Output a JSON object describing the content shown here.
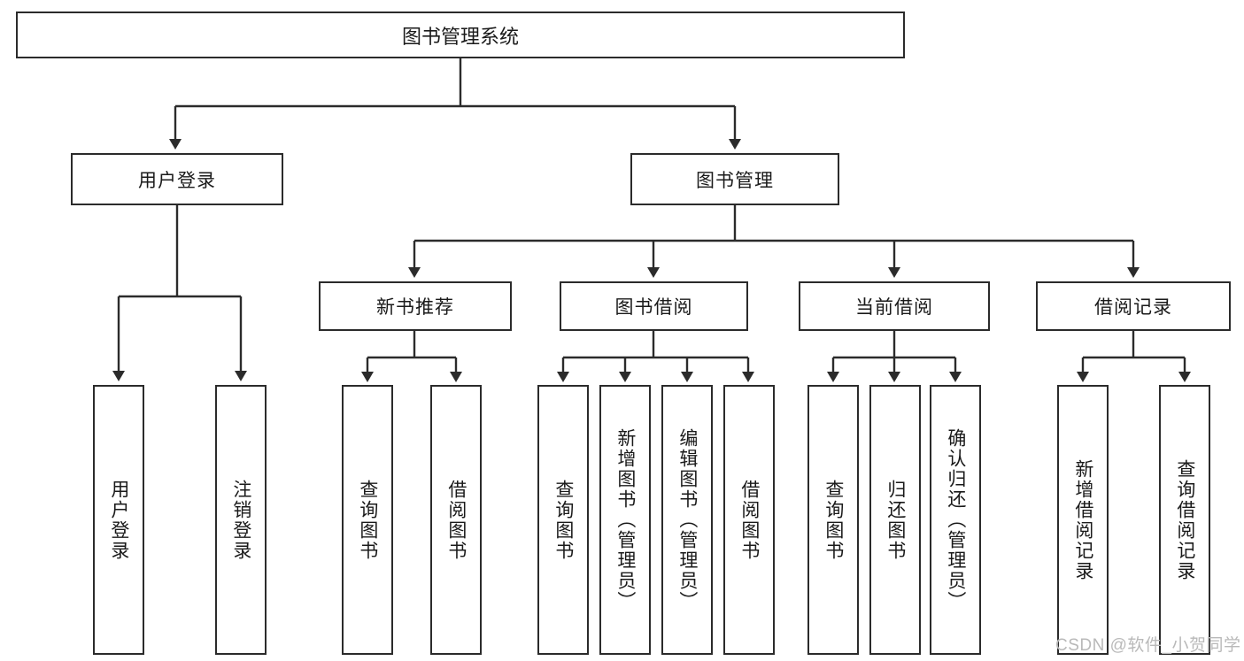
{
  "diagram": {
    "title": "图书管理系统",
    "root": {
      "label": "图书管理系统"
    },
    "level2": [
      {
        "label": "用户登录"
      },
      {
        "label": "图书管理"
      }
    ],
    "level3": [
      {
        "label": "新书推荐"
      },
      {
        "label": "图书借阅"
      },
      {
        "label": "当前借阅"
      },
      {
        "label": "借阅记录"
      }
    ],
    "leaves": [
      {
        "label": "用户登录"
      },
      {
        "label": "注销登录"
      },
      {
        "label": "查询图书"
      },
      {
        "label": "借阅图书"
      },
      {
        "label": "查询图书"
      },
      {
        "label": "新增图书（管理员）"
      },
      {
        "label": "编辑图书（管理员）"
      },
      {
        "label": "借阅图书"
      },
      {
        "label": "查询图书"
      },
      {
        "label": "归还图书"
      },
      {
        "label": "确认归还（管理员）"
      },
      {
        "label": "新增借阅记录"
      },
      {
        "label": "查询借阅记录"
      }
    ]
  },
  "watermark": {
    "text": "CSDN @软件_小贺同学"
  },
  "colors": {
    "stroke": "#2b2b2b",
    "text": "#1a1a1a",
    "background": "#ffffff",
    "watermark": "#b9b9b9"
  }
}
